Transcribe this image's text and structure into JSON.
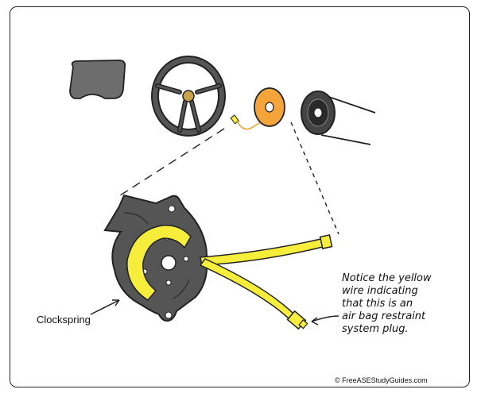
{
  "labels": {
    "component": "Clockspring"
  },
  "note": {
    "lines": [
      "Notice the yellow",
      "wire indicating",
      "that this is an",
      "air bag restraint",
      "system plug."
    ]
  },
  "credit": "© FreeASEStudyGuides.com",
  "colors": {
    "yellow_wire": "#f6ee3a",
    "clockspring_body": "#555555",
    "airbag_disc": "#f5a43a",
    "outline": "#222222"
  }
}
